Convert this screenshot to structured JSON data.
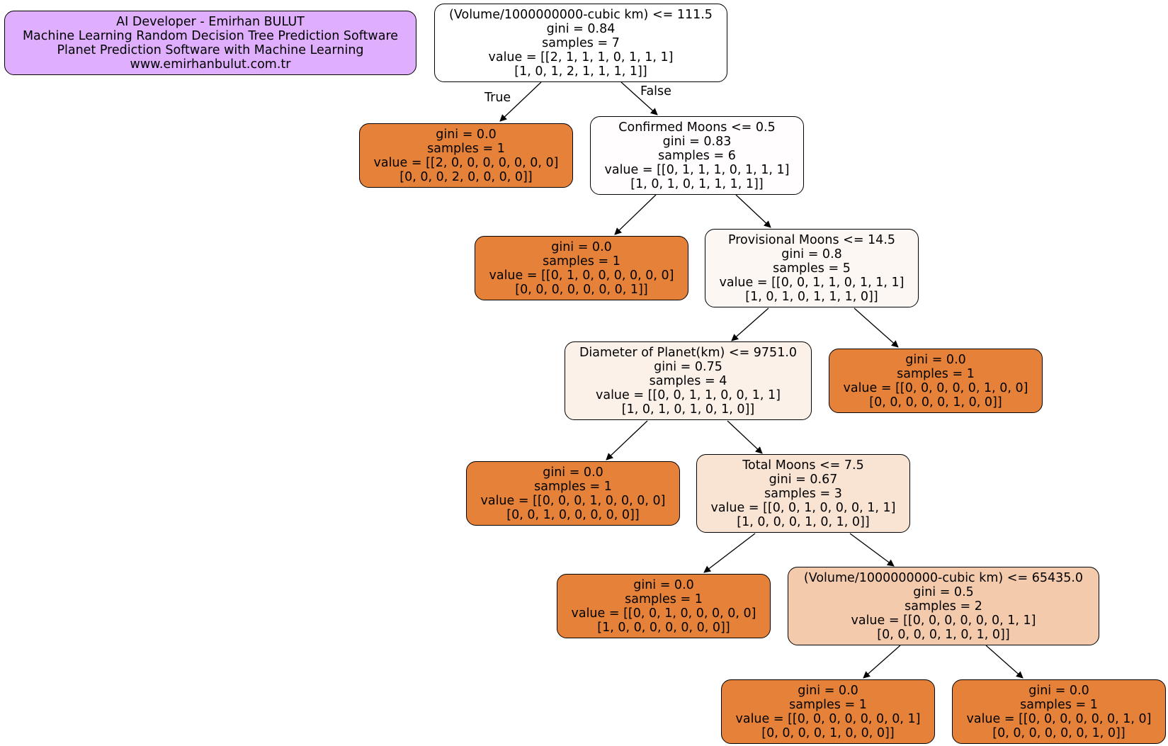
{
  "colors": {
    "leaf": "#e58139",
    "info_box": "#dfaffe",
    "n0": "#ffffff",
    "n2": "#fffdfd",
    "n4": "#fdf7f3",
    "n6": "#fbf1e9",
    "n8": "#f9e3d3",
    "n10": "#f4caac"
  },
  "info_box": {
    "lines": [
      "AI Developer - Emirhan BULUT",
      "Machine Learning Random Decision Tree Prediction Software",
      "Planet Prediction Software with Machine Learning",
      "www.emirhanbulut.com.tr"
    ]
  },
  "edge_labels": {
    "true": "True",
    "false": "False"
  },
  "nodes": [
    {
      "id": "n0",
      "lines": [
        "(Volume/1000000000-cubic km) <= 111.5",
        "gini = 0.84",
        "samples = 7",
        "value = [[2, 1, 1, 1, 0, 1, 1, 1]",
        "[1, 0, 1, 2, 1, 1, 1, 1]]"
      ]
    },
    {
      "id": "n1",
      "lines": [
        "gini = 0.0",
        "samples = 1",
        "value = [[2, 0, 0, 0, 0, 0, 0, 0]",
        "[0, 0, 0, 2, 0, 0, 0, 0]]"
      ]
    },
    {
      "id": "n2",
      "lines": [
        "Confirmed Moons <= 0.5",
        "gini = 0.83",
        "samples = 6",
        "value = [[0, 1, 1, 1, 0, 1, 1, 1]",
        "[1, 0, 1, 0, 1, 1, 1, 1]]"
      ]
    },
    {
      "id": "n3",
      "lines": [
        "gini = 0.0",
        "samples = 1",
        "value = [[0, 1, 0, 0, 0, 0, 0, 0]",
        "[0, 0, 0, 0, 0, 0, 0, 1]]"
      ]
    },
    {
      "id": "n4",
      "lines": [
        "Provisional Moons <= 14.5",
        "gini = 0.8",
        "samples = 5",
        "value = [[0, 0, 1, 1, 0, 1, 1, 1]",
        "[1, 0, 1, 0, 1, 1, 1, 0]]"
      ]
    },
    {
      "id": "n5",
      "lines": [
        "gini = 0.0",
        "samples = 1",
        "value = [[0, 0, 0, 0, 0, 1, 0, 0]",
        "[0, 0, 0, 0, 0, 1, 0, 0]]"
      ]
    },
    {
      "id": "n6",
      "lines": [
        "Diameter of Planet(km) <= 9751.0",
        "gini = 0.75",
        "samples = 4",
        "value = [[0, 0, 1, 1, 0, 0, 1, 1]",
        "[1, 0, 1, 0, 1, 0, 1, 0]]"
      ]
    },
    {
      "id": "n7",
      "lines": [
        "gini = 0.0",
        "samples = 1",
        "value = [[0, 0, 0, 1, 0, 0, 0, 0]",
        "[0, 0, 1, 0, 0, 0, 0, 0]]"
      ]
    },
    {
      "id": "n8",
      "lines": [
        "Total Moons <= 7.5",
        "gini = 0.67",
        "samples = 3",
        "value = [[0, 0, 1, 0, 0, 0, 1, 1]",
        "[1, 0, 0, 0, 1, 0, 1, 0]]"
      ]
    },
    {
      "id": "n9",
      "lines": [
        "gini = 0.0",
        "samples = 1",
        "value = [[0, 0, 1, 0, 0, 0, 0, 0]",
        "[1, 0, 0, 0, 0, 0, 0, 0]]"
      ]
    },
    {
      "id": "n10",
      "lines": [
        "(Volume/1000000000-cubic km) <= 65435.0",
        "gini = 0.5",
        "samples = 2",
        "value = [[0, 0, 0, 0, 0, 0, 1, 1]",
        "[0, 0, 0, 0, 1, 0, 1, 0]]"
      ]
    },
    {
      "id": "n11",
      "lines": [
        "gini = 0.0",
        "samples = 1",
        "value = [[0, 0, 0, 0, 0, 0, 0, 1]",
        "[0, 0, 0, 0, 1, 0, 0, 0]]"
      ]
    },
    {
      "id": "n12",
      "lines": [
        "gini = 0.0",
        "samples = 1",
        "value = [[0, 0, 0, 0, 0, 0, 1, 0]",
        "[0, 0, 0, 0, 0, 0, 1, 0]]"
      ]
    }
  ]
}
